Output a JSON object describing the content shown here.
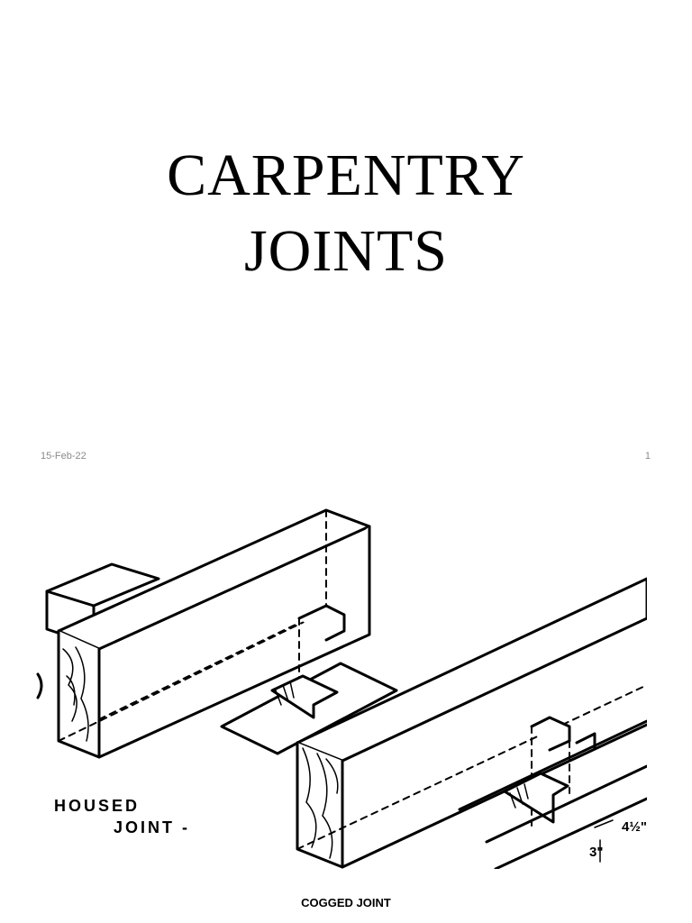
{
  "slide": {
    "title_line1": "CARPENTRY",
    "title_line2": "JOINTS",
    "date": "15-Feb-22",
    "page_number": "1"
  },
  "figure": {
    "label_housed_line1": "HOUSED",
    "label_housed_line2": "JOINT -",
    "dim_a": "4½\"",
    "dim_b": "3\""
  },
  "caption": "COGGED JOINT"
}
